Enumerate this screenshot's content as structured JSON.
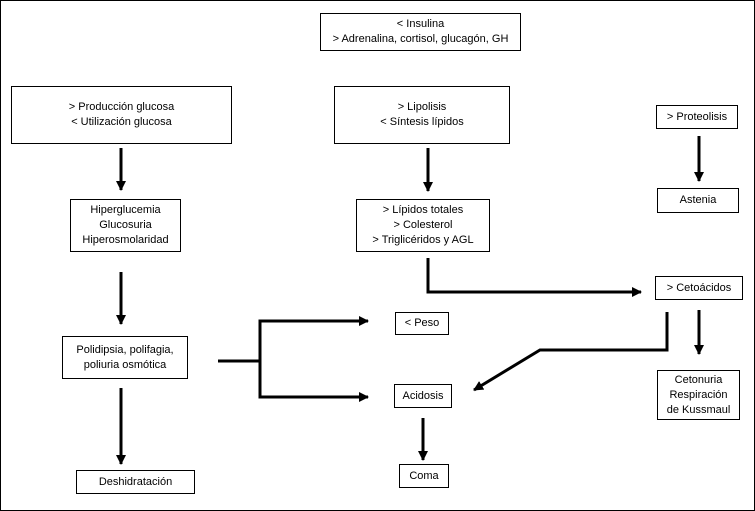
{
  "colors": {
    "line": "#000000",
    "box_fill": "#ffffff",
    "text": "#000000",
    "background": "#ffffff"
  },
  "nodes": {
    "hormones": {
      "lines": [
        "< Insulina",
        "> Adrenalina, cortisol, glucagón, GH"
      ]
    },
    "glucose": {
      "lines": [
        "> Producción glucosa",
        "< Utilización glucosa"
      ]
    },
    "lipolysis": {
      "lines": [
        "> Lipolisis",
        "< Síntesis lípidos"
      ]
    },
    "proteolysis": {
      "lines": [
        "> Proteolisis"
      ]
    },
    "astenia": {
      "lines": [
        "Astenia"
      ]
    },
    "hyperglycemia": {
      "lines": [
        "Hiperglucemia",
        "Glucosuria",
        "Hiperosmolaridad"
      ]
    },
    "lipids": {
      "lines": [
        "> Lípidos totales",
        "> Colesterol",
        "> Triglicéridos y AGL"
      ]
    },
    "ketoacids": {
      "lines": [
        "> Cetoácidos"
      ]
    },
    "weight": {
      "lines": [
        "< Peso"
      ]
    },
    "polydipsia": {
      "lines": [
        "Polidipsia, polifagia,",
        "poliuria osmótica"
      ]
    },
    "acidosis": {
      "lines": [
        "Acidosis"
      ]
    },
    "ketonuria": {
      "lines": [
        "Cetonuria",
        "Respiración",
        "de Kussmaul"
      ]
    },
    "dehydration": {
      "lines": [
        "Deshidratación"
      ]
    },
    "coma": {
      "lines": [
        "Coma"
      ]
    }
  }
}
